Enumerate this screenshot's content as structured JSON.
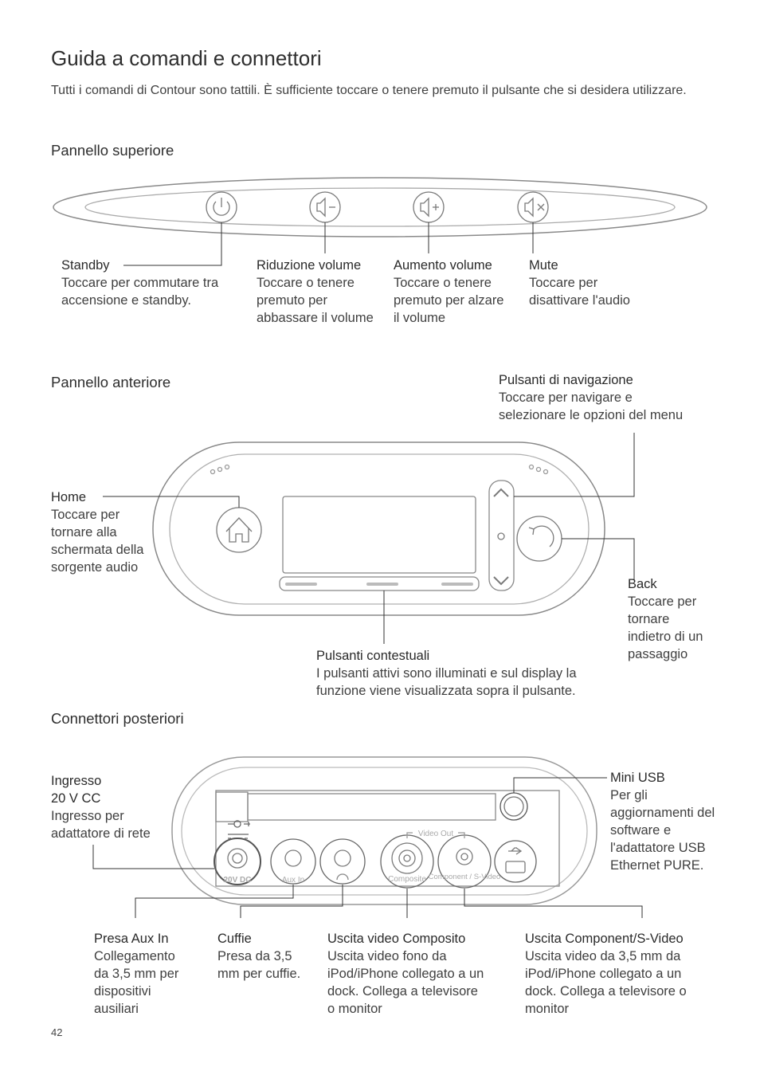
{
  "page": {
    "title": "Guida a comandi e connettori",
    "intro": "Tutti i comandi di Contour sono tattili. È sufficiente toccare o tenere premuto il pulsante che si desidera utilizzare.",
    "page_number": "42"
  },
  "top_panel": {
    "heading": "Pannello superiore",
    "controls": [
      {
        "title": "Standby",
        "desc": "Toccare per commutare tra accensione e standby.",
        "icon": "power-icon"
      },
      {
        "title": "Riduzione volume",
        "desc": "Toccare o tenere premuto per abbassare il volume",
        "icon": "volume-down-icon"
      },
      {
        "title": "Aumento volume",
        "desc": "Toccare o tenere premuto per alzare il volume",
        "icon": "volume-up-icon"
      },
      {
        "title": "Mute",
        "desc": "Toccare per disattivare l'audio",
        "icon": "mute-icon"
      }
    ]
  },
  "front_panel": {
    "heading": "Pannello anteriore",
    "nav": {
      "title": "Pulsanti di navigazione",
      "desc": "Toccare per navigare e selezionare le opzioni del menu"
    },
    "home": {
      "title": "Home",
      "desc": "Toccare per tornare alla schermata della sorgente audio"
    },
    "back": {
      "title": "Back",
      "desc": "Toccare per tornare indietro di un passaggio"
    },
    "context": {
      "title": "Pulsanti contestuali",
      "desc": "I pulsanti attivi sono illuminati e sul display la funzione viene visualizzata sopra il pulsante."
    }
  },
  "rear_panel": {
    "heading": "Connettori posteriori",
    "dc": {
      "title": "Ingresso 20 V CC",
      "desc": "Ingresso per adattatore di rete"
    },
    "usb": {
      "title": "Mini USB",
      "desc": "Per gli aggiornamenti del software e l'adattatore USB Ethernet PURE."
    },
    "aux": {
      "title": "Presa Aux In",
      "desc": "Collegamento da 3,5 mm per dispositivi ausiliari"
    },
    "headphones": {
      "title": "Cuffie",
      "desc": "Presa da 3,5 mm per cuffie."
    },
    "composite": {
      "title": "Uscita video Composito",
      "desc": "Uscita video fono da iPod/iPhone collegato a un dock. Collega a televisore o monitor"
    },
    "component": {
      "title": "Uscita Component/S-Video",
      "desc": "Uscita video da 3,5 mm da iPod/iPhone collegato a un dock. Collega a televisore o monitor"
    },
    "device_labels": {
      "dc": "20V DC",
      "aux": "Aux In",
      "video_out": "Video Out",
      "composite": "Composite",
      "component": "Component / S-Video"
    }
  }
}
